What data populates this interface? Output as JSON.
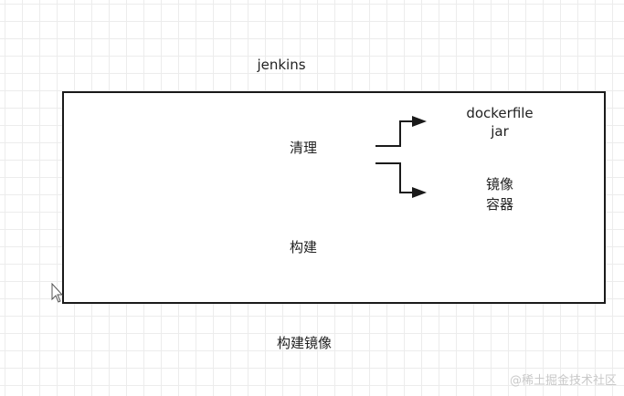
{
  "diagram": {
    "title": "jenkins",
    "steps": {
      "clean": "清理",
      "build": "构建"
    },
    "outputs": {
      "artifact_line1": "dockerfile",
      "artifact_line2": "jar",
      "runtime_line1": "镜像",
      "runtime_line2": "容器"
    },
    "caption": "构建镜像"
  },
  "watermark": "@稀土掘金技术社区",
  "colors": {
    "line": "#1a1a1a",
    "grid": "#ececec",
    "background": "#ffffff",
    "text": "#222222",
    "watermark": "#c9c9c9"
  },
  "icons": {
    "cursor": "mouse-pointer-icon"
  }
}
